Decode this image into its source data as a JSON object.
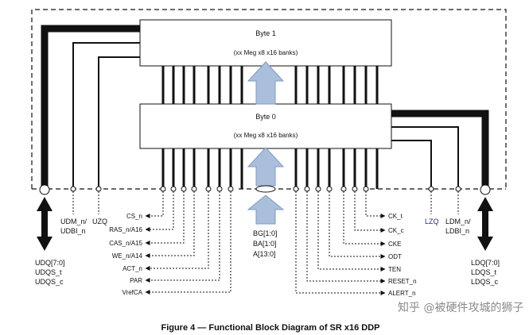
{
  "diagram": {
    "byte1": {
      "title": "Byte 1",
      "subtitle": "(xx Meg x8 x16 banks)"
    },
    "byte0": {
      "title": "Byte 0",
      "subtitle": "(xx Meg x8 x16 banks)"
    },
    "left_signals": {
      "udm": [
        "UDM_n/",
        "UDBI_n"
      ],
      "uzq": "UZQ",
      "udq": [
        "UDQ[7:0]",
        "UDQS_t",
        "UDQS_c"
      ]
    },
    "right_signals": {
      "lzq": "LZQ",
      "ldm": [
        "LDM_n/",
        "LDBI_n"
      ],
      "ldq": [
        "LDQ[7:0]",
        "LDQS_t",
        "LDQS_c"
      ]
    },
    "left_cmd_signals": [
      "CS_n",
      "RAS_n/A16",
      "CAS_n/A15",
      "WE_n/A14",
      "ACT_n",
      "PAR",
      "VrefCA"
    ],
    "center_signals": [
      "BG[1:0]",
      "BA[1:0]",
      "A[13:0]"
    ],
    "right_cmd_signals": [
      "CK_t",
      "CK_c",
      "CKE",
      "ODT",
      "TEN",
      "RESET_n",
      "ALERT_n"
    ],
    "caption": "Figure 4 — Functional Block Diagram of SR x16 DDP",
    "watermark": "知乎 @被硬件攻城的狮子"
  },
  "colors": {
    "arrow_fill": "#a9bfdc",
    "arrow_stroke": "#7e9bc4",
    "text": "#111111",
    "lzq": "#1f2f8f"
  }
}
